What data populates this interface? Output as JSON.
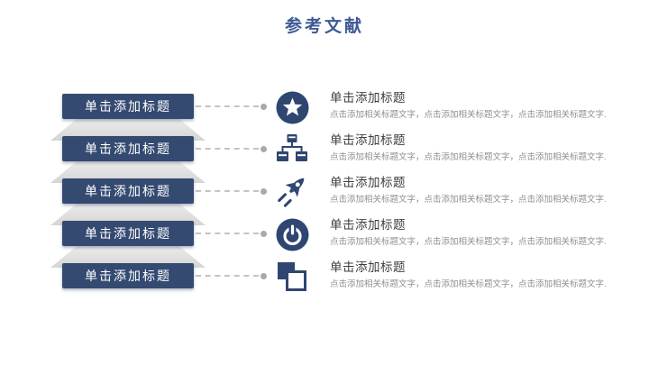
{
  "title": "参考文献",
  "colors": {
    "title_blue": "#3D5A94",
    "bar_navy": "#344A71",
    "icon_navy": "#2E4670",
    "stack_shadow_gray": "#D9D9D9",
    "connector_gray": "#C3C3C3",
    "heading_gray": "#3E3E3E",
    "body_gray": "#8F8F8F"
  },
  "rows": [
    {
      "bar_label": "单击添加标题",
      "icon": "star-circle-icon",
      "heading": "单击添加标题",
      "body": "点击添加相关标题文字，点击添加相关标题文字，点击添加相关标题文字."
    },
    {
      "bar_label": "单击添加标题",
      "icon": "org-chart-icon",
      "heading": "单击添加标题",
      "body": "点击添加相关标题文字，点击添加相关标题文字，点击添加相关标题文字."
    },
    {
      "bar_label": "单击添加标题",
      "icon": "rocket-icon",
      "heading": "单击添加标题",
      "body": "点击添加相关标题文字，点击添加相关标题文字，点击添加相关标题文字."
    },
    {
      "bar_label": "单击添加标题",
      "icon": "power-icon",
      "heading": "单击添加标题",
      "body": "点击添加相关标题文字，点击添加相关标题文字，点击添加相关标题文字."
    },
    {
      "bar_label": "单击添加标题",
      "icon": "overlapping-squares-icon",
      "heading": "单击添加标题",
      "body": "点击添加相关标题文字，点击添加相关标题文字，点击添加相关标题文字."
    }
  ]
}
